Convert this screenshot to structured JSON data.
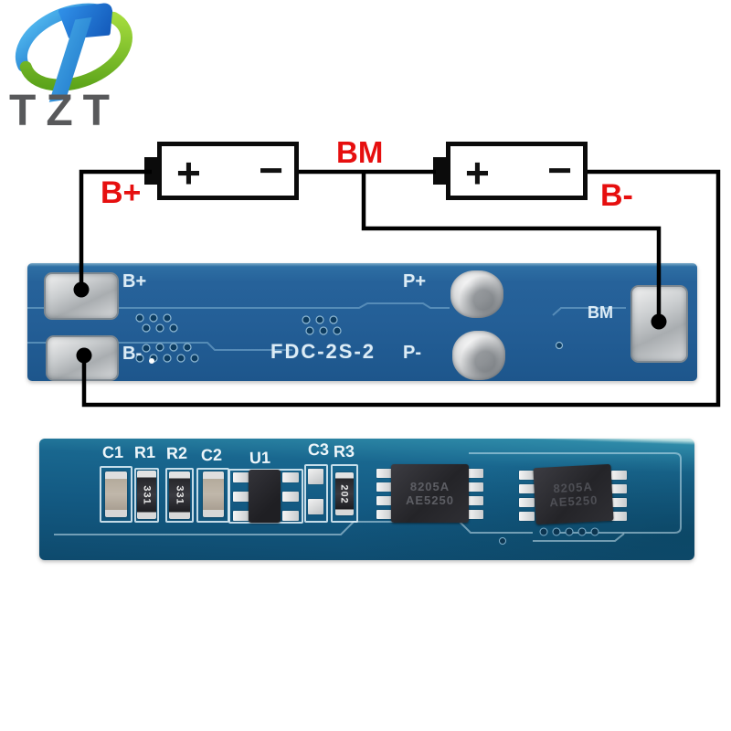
{
  "logo": {
    "text": "TZT",
    "blue": "#2f9fe0",
    "dark_blue": "#1a66c6",
    "green": "#79bb28",
    "text_color": "#58595b"
  },
  "wiring": {
    "label_b_plus": "B+",
    "label_bm": "BM",
    "label_b_minus": "B-",
    "plus_symbol": "+",
    "minus_symbol": "−",
    "label_color": "#e60f0f",
    "wire_color": "#000000"
  },
  "pcb_front": {
    "board_color": "#245f97",
    "silkscreen_color": "#dcecf6",
    "silkscreen": {
      "b_plus": "B+",
      "b_minus": "B-",
      "p_plus": "P+",
      "p_minus": "P-",
      "bm": "BM",
      "model": "FDC-2S-2"
    }
  },
  "pcb_back": {
    "board_color": "#135a83",
    "refs": {
      "c1": "C1",
      "r1": "R1",
      "r2": "R2",
      "c2": "C2",
      "u1": "U1",
      "c3": "C3",
      "r3": "R3"
    },
    "markings": {
      "r1": "331",
      "r2": "331",
      "r3": "202"
    },
    "chips": [
      {
        "line1": "8205A",
        "line2": "AE5250"
      },
      {
        "line1": "8205A",
        "line2": "AE5250"
      }
    ]
  }
}
